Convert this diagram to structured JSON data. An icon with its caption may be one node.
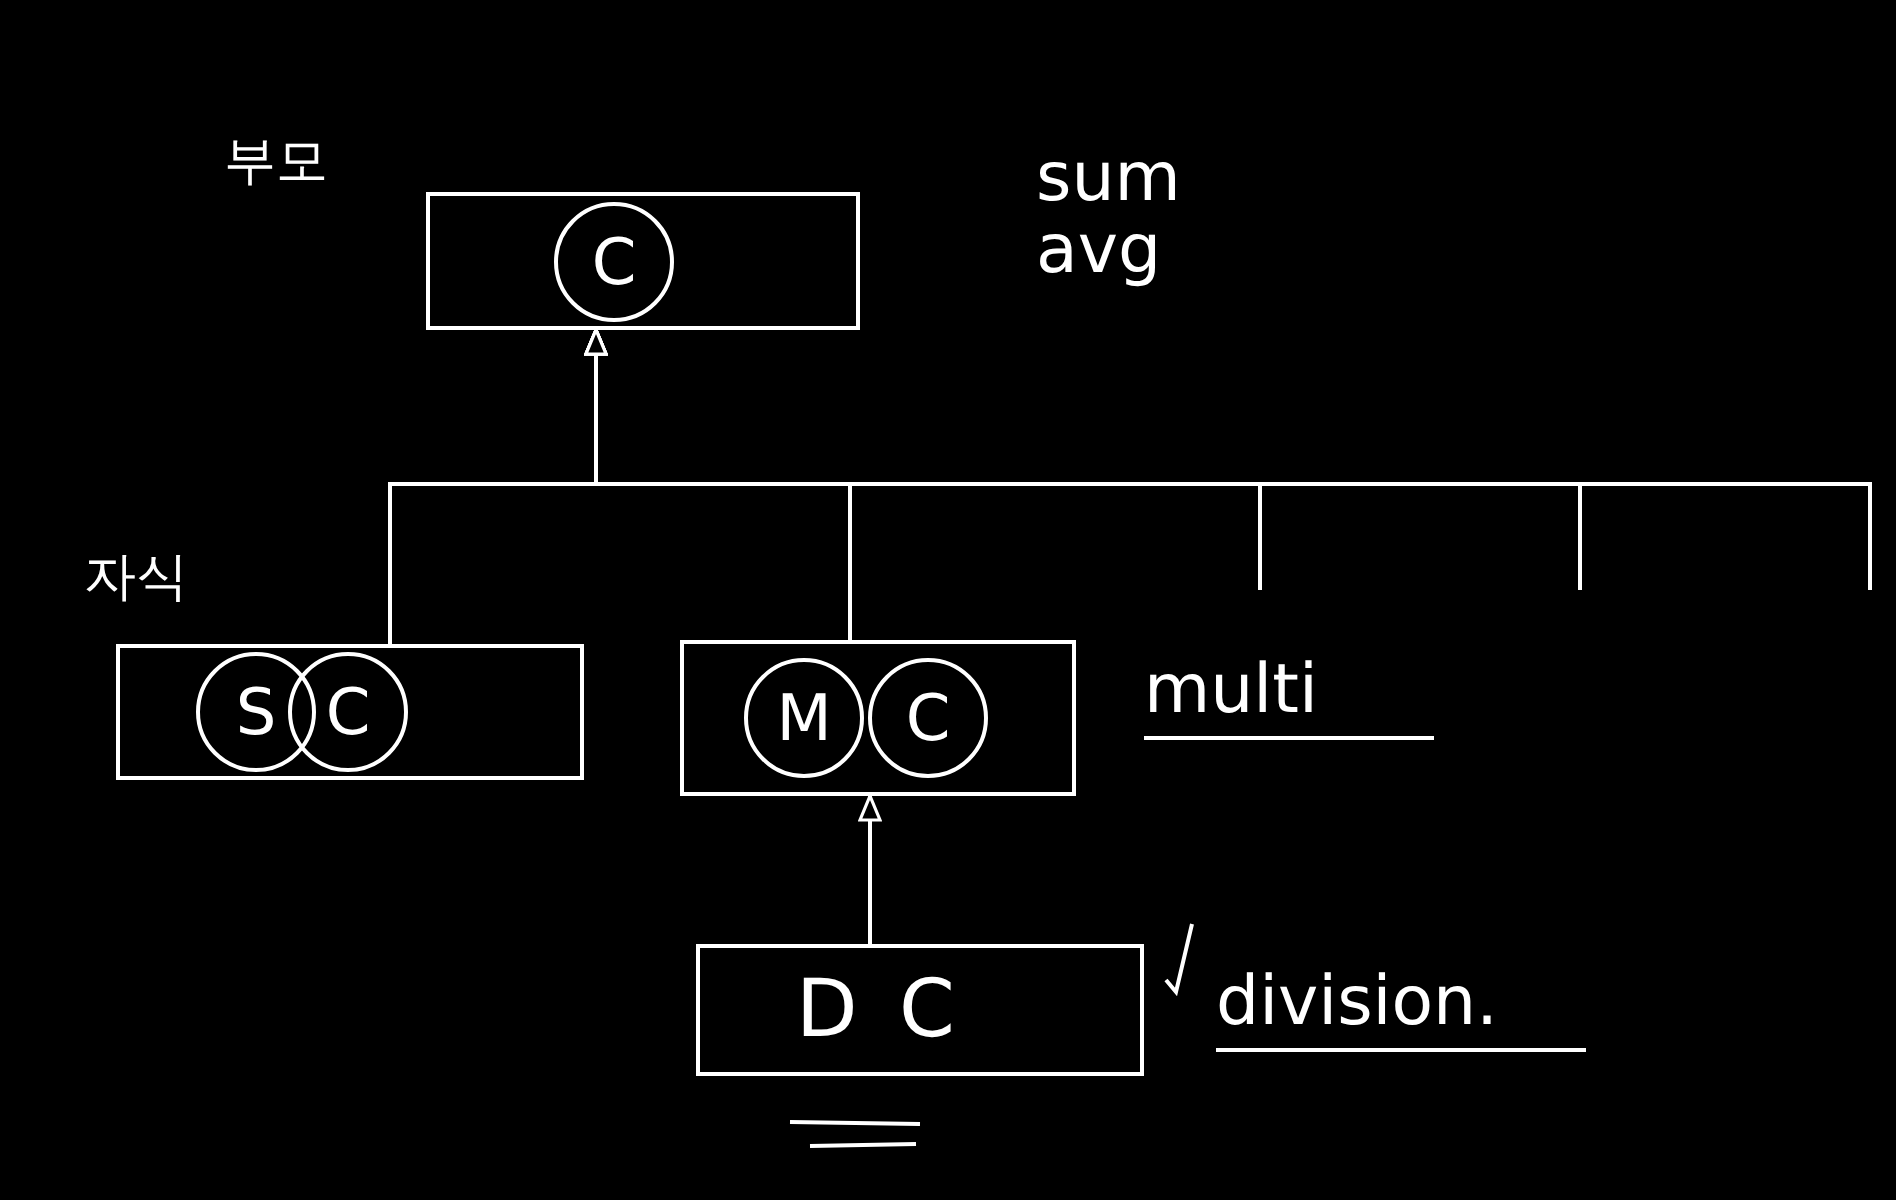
{
  "diagram": {
    "nodes": [
      {
        "text": [
          "C"
        ],
        "beside": [
          "부모",
          "sum avg"
        ]
      },
      {
        "text": [
          "S",
          "C"
        ],
        "beside": [
          "자식"
        ]
      },
      {
        "text": [
          "M",
          "C"
        ],
        "beside": [
          "multi"
        ]
      },
      {
        "text": [
          "D C"
        ],
        "beside": [
          "division."
        ]
      }
    ],
    "edges": [
      {
        "from": 1,
        "to": 0,
        "arrow": "to"
      },
      {
        "from": 2,
        "to": 0,
        "arrow": "to"
      },
      {
        "from": null,
        "to": 0,
        "arrow": "to"
      },
      {
        "from": null,
        "to": 0,
        "arrow": "to"
      },
      {
        "from": null,
        "to": 0,
        "arrow": "to"
      },
      {
        "from": 3,
        "to": 2,
        "arrow": "to"
      }
    ]
  }
}
